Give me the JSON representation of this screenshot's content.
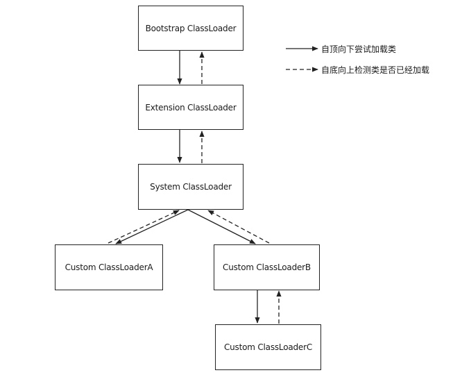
{
  "nodes": {
    "bootstrap": "Bootstrap ClassLoader",
    "extension": "Extension ClassLoader",
    "system": "System ClassLoader",
    "customA": "Custom ClassLoaderA",
    "customB": "Custom ClassLoaderB",
    "customC": "Custom ClassLoaderC"
  },
  "legend": {
    "solid": "自顶向下尝试加载类",
    "dashed": "自底向上检测类是否已经加载"
  },
  "colors": {
    "line": "#222222"
  }
}
